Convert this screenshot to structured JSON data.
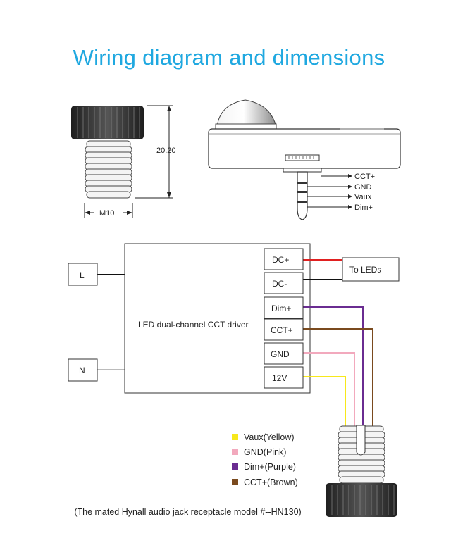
{
  "title": "Wiring diagram and dimensions",
  "dimensions": {
    "height": "20.20",
    "thread": "M10"
  },
  "plug_pins": [
    "CCT+",
    "GND",
    "Vaux",
    "Dim+"
  ],
  "driver": {
    "label": "LED dual-channel CCT driver",
    "terminals": [
      "DC+",
      "DC-",
      "Dim+",
      "CCT+",
      "GND",
      "12V"
    ],
    "inputs": [
      "L",
      "N"
    ],
    "output": "To LEDs"
  },
  "wire_colors": {
    "dc_plus": "#e02020",
    "dc_minus": "#111111",
    "dim_plus": "#6a2c91",
    "cct_plus": "#7a4a1e",
    "gnd": "#f2a9bd",
    "vaux": "#f7e81c",
    "mains": "#111111"
  },
  "legend": [
    {
      "label": "Vaux(Yellow)",
      "color": "#f7e81c"
    },
    {
      "label": "GND(Pink)",
      "color": "#f2a9bd"
    },
    {
      "label": "Dim+(Purple)",
      "color": "#6a2c91"
    },
    {
      "label": "CCT+(Brown)",
      "color": "#7a4a1e"
    }
  ],
  "caption": "(The mated Hynall audio jack receptacle model #--HN130)",
  "accent_color": "#1fa8e0"
}
